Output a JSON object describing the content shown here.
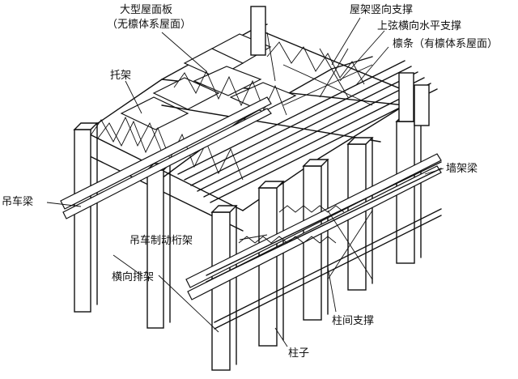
{
  "labels": {
    "large_roof_panel_line1": "大型屋面板",
    "large_roof_panel_line2": "（无檩体系屋面）",
    "roof_truss_vertical_bracing": "屋架竖向支撑",
    "top_chord_horizontal_bracing": "上弦横向水平支撑",
    "purlin_line": "檩条（有檩体系屋面）",
    "support_truss": "托架",
    "wall_girt": "墙架梁",
    "crane_beam": "吊车梁",
    "crane_braking_truss": "吊车制动桁架",
    "transverse_bent": "横向排架",
    "column_bracing": "柱间支撑",
    "column": "柱子"
  }
}
